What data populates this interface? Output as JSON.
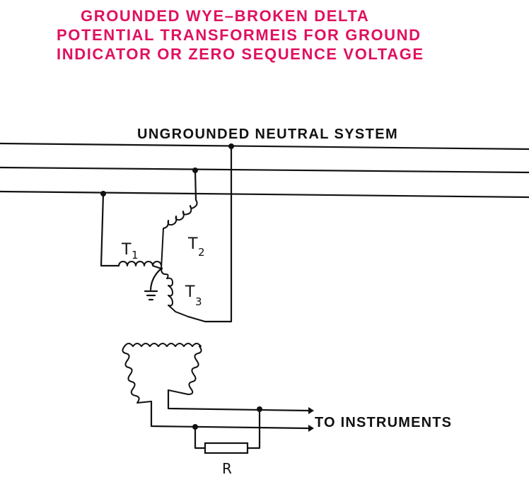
{
  "title": {
    "line1": "GROUNDED WYE–BROKEN DELTA",
    "line2": "POTENTIAL TRANSFORMEIS FOR GROUND",
    "line3": "INDICATOR OR ZERO SEQUENCE VOLTAGE",
    "color": "#e0115f"
  },
  "labels": {
    "system": "UNGROUNDED NEUTRAL SYSTEM",
    "to_instruments": "TO INSTRUMENTS",
    "t1": "T",
    "t1_sub": "1",
    "t2": "T",
    "t2_sub": "2",
    "t3": "T",
    "t3_sub": "3",
    "resistor": "R"
  }
}
